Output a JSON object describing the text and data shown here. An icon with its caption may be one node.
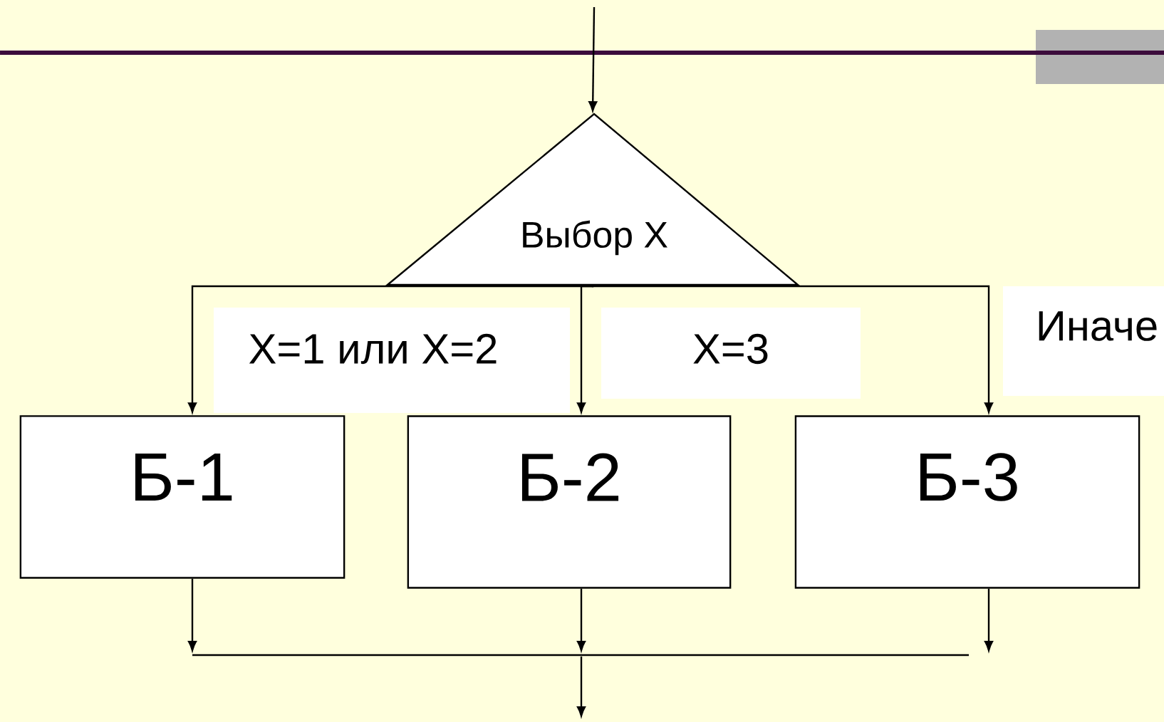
{
  "diagram": {
    "nodes": [
      {
        "text": [
          "Выбор X"
        ]
      },
      {
        "text": [
          "Б-1"
        ]
      },
      {
        "text": [
          "Б-2"
        ]
      },
      {
        "text": [
          "Б-3"
        ]
      }
    ],
    "edges": [
      {
        "from": null,
        "to": 0,
        "arrow": "to"
      },
      {
        "from": 0,
        "to": 1,
        "arrow": "to",
        "label": "X=1 или X=2"
      },
      {
        "from": 0,
        "to": 2,
        "arrow": "to",
        "label": "X=3"
      },
      {
        "from": 0,
        "to": 3,
        "arrow": "to",
        "label": "Иначе"
      },
      {
        "from": 1,
        "to": null,
        "arrow": "to"
      },
      {
        "from": 2,
        "to": null,
        "arrow": "to"
      },
      {
        "from": 3,
        "to": null,
        "arrow": "to"
      }
    ]
  }
}
